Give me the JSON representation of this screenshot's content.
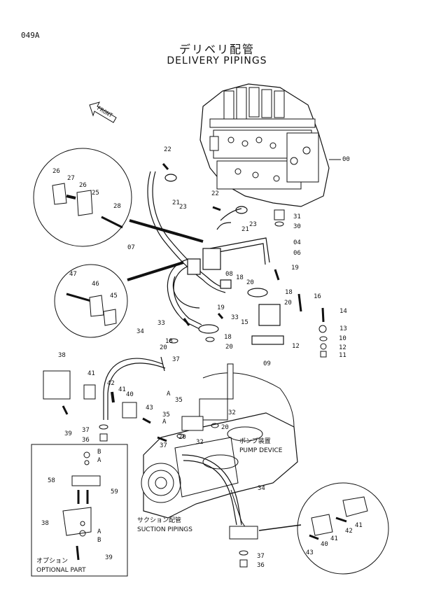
{
  "page_code": "049A",
  "title_jp": "デリベリ配管",
  "title_en": "DELIVERY PIPINGS",
  "front_label": "FRONT",
  "notes": {
    "pump_jp": "ポンプ装置",
    "pump_en": "PUMP DEVICE",
    "suction_jp": "サクション配管",
    "suction_en": "SUCTION PIPINGS",
    "optional_jp": "オプション",
    "optional_en": "OPTIONAL PART",
    "ref_a": "A",
    "ref_b": "B"
  },
  "callouts": {
    "c00": "00",
    "c04": "04",
    "c06": "06",
    "c07": "07",
    "c08": "08",
    "c09": "09",
    "c10": "10",
    "c11": "11",
    "c12": "12",
    "c13": "13",
    "c14": "14",
    "c15": "15",
    "c16": "16",
    "c18a": "18",
    "c18b": "18",
    "c18c": "18",
    "c18d": "18",
    "c19a": "19",
    "c19b": "19",
    "c20a": "20",
    "c20b": "20",
    "c20c": "20",
    "c20d": "20",
    "c20e": "20",
    "c20f": "20",
    "c21a": "21",
    "c21b": "21",
    "c22a": "22",
    "c22b": "22",
    "c23a": "23",
    "c23b": "23",
    "c25": "25",
    "c26a": "26",
    "c26b": "26",
    "c27": "27",
    "c28": "28",
    "c30": "30",
    "c31": "31",
    "c32a": "32",
    "c32b": "32",
    "c33a": "33",
    "c33b": "33",
    "c34a": "34",
    "c34b": "34",
    "c35a": "35",
    "c35b": "35",
    "c36a": "36",
    "c36b": "36",
    "c37a": "37",
    "c37b": "37",
    "c37c": "37",
    "c38a": "38",
    "c38b": "38",
    "c39a": "39",
    "c39b": "39",
    "c40a": "40",
    "c40b": "40",
    "c41a": "41",
    "c41b": "41",
    "c41c": "41",
    "c41d": "41",
    "c42a": "42",
    "c42b": "42",
    "c43a": "43",
    "c43b": "43",
    "c45": "45",
    "c46": "46",
    "c47": "47",
    "c58": "58",
    "c59": "59"
  }
}
